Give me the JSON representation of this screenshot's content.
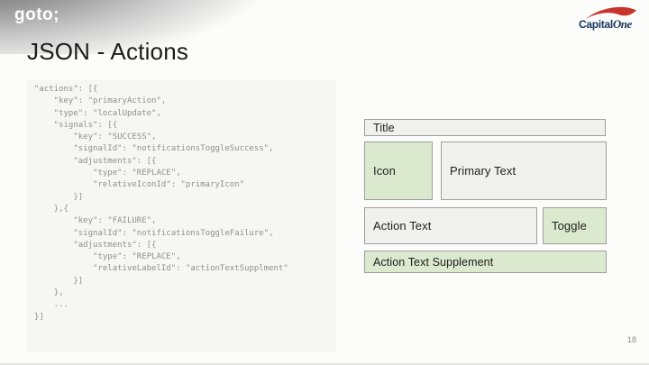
{
  "header": {
    "goto_logo_text": "goto;",
    "brand": {
      "capital": "Capital",
      "one": "One",
      "swoosh_color": "#c7342c",
      "text_color": "#16365c"
    }
  },
  "slide": {
    "title": "JSON - Actions",
    "page_number": "18"
  },
  "code_block": {
    "language": "json",
    "text_color": "#8f8f8f",
    "background": "#f6f6f5",
    "lines": [
      "\"actions\": [{",
      "    \"key\": \"primaryAction\",",
      "    \"type\": \"localUpdate\",",
      "    \"signals\": [{",
      "        \"key\": \"SUCCESS\",",
      "        \"signalId\": \"notificationsToggleSuccess\",",
      "        \"adjustments\": [{",
      "            \"type\": \"REPLACE\",",
      "            \"relativeIconId\": \"primaryIcon\"",
      "        }]",
      "    },{",
      "        \"key\": \"FAILURE\",",
      "        \"signalId\": \"notificationsToggleFailure\",",
      "        \"adjustments\": [{",
      "            \"type\": \"REPLACE\",",
      "            \"relativeLabelId\": \"actionTextSupplment\"",
      "        }]",
      "    },",
      "    ...",
      "}]"
    ]
  },
  "diagram": {
    "colors": {
      "green_bg": "#dbe9ce",
      "gray_bg": "#f0f0ee",
      "border": "#9e9e9e"
    },
    "boxes": [
      {
        "id": "title",
        "label": "Title",
        "variant": "gray"
      },
      {
        "id": "icon",
        "label": "Icon",
        "variant": "green"
      },
      {
        "id": "primary-text",
        "label": "Primary Text",
        "variant": "gray"
      },
      {
        "id": "action-text",
        "label": "Action Text",
        "variant": "gray"
      },
      {
        "id": "toggle",
        "label": "Toggle",
        "variant": "green"
      },
      {
        "id": "action-text-supplement",
        "label": "Action Text Supplement",
        "variant": "green"
      }
    ]
  }
}
